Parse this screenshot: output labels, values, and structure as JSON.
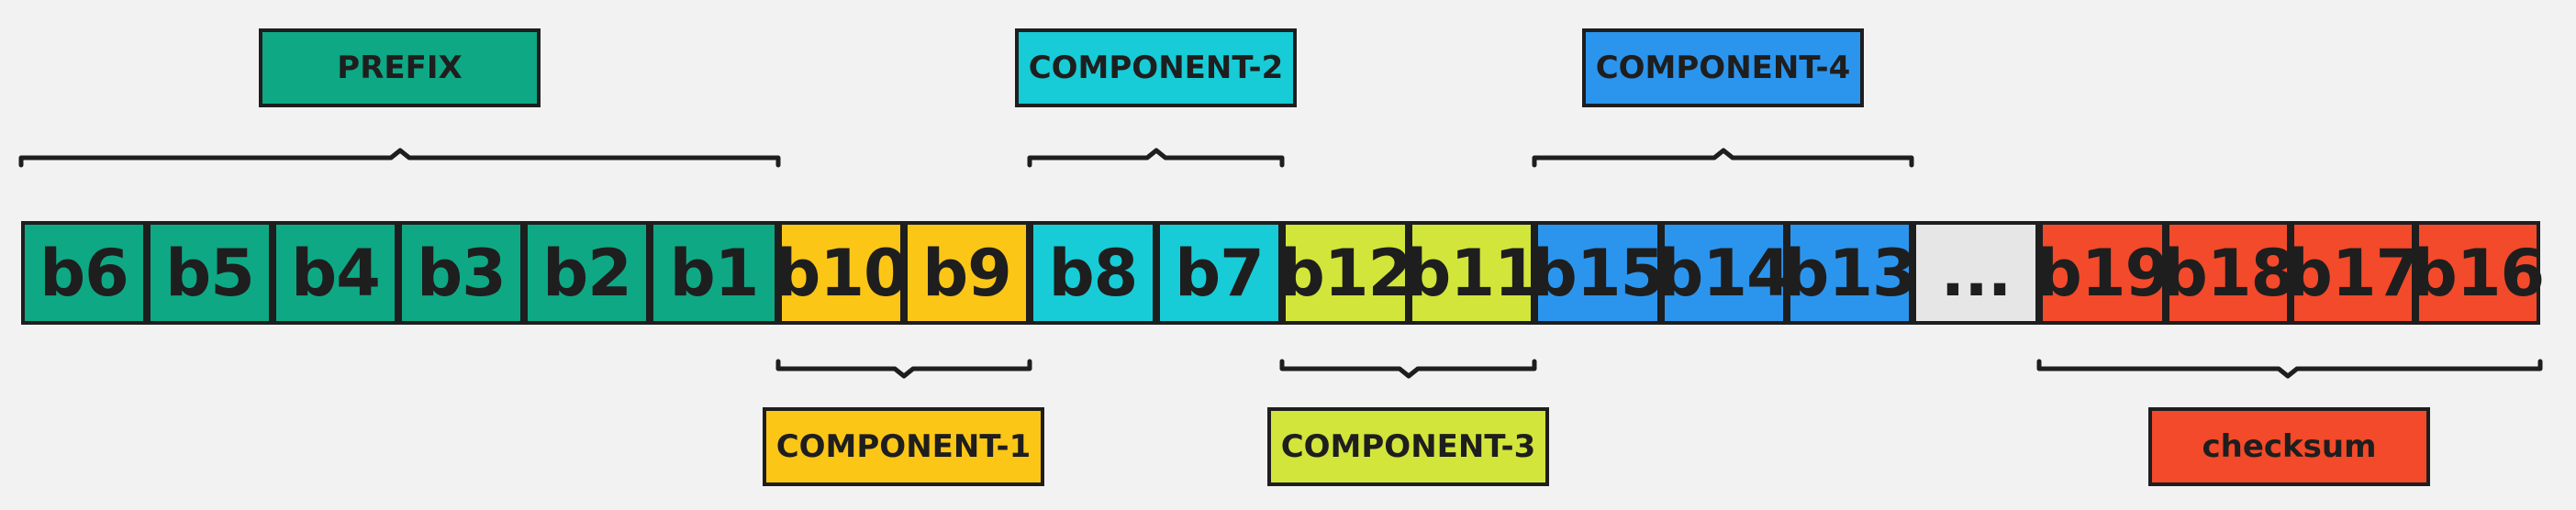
{
  "colors": {
    "prefix": "#0fa884",
    "component1": "#fcc617",
    "component2": "#17ccd6",
    "component3": "#d2e53a",
    "component4": "#2b95ee",
    "ellipsis": "#e6e6e6",
    "checksum": "#f24a2a",
    "stroke": "#1e1e1e"
  },
  "groups": {
    "prefix": {
      "label": "PREFIX",
      "cells": [
        "b6",
        "b5",
        "b4",
        "b3",
        "b2",
        "b1"
      ]
    },
    "component1": {
      "label": "COMPONENT-1",
      "cells": [
        "b10",
        "b9"
      ]
    },
    "component2": {
      "label": "COMPONENT-2",
      "cells": [
        "b8",
        "b7"
      ]
    },
    "component3": {
      "label": "COMPONENT-3",
      "cells": [
        "b12",
        "b11"
      ]
    },
    "component4": {
      "label": "COMPONENT-4",
      "cells": [
        "b15",
        "b14",
        "b13"
      ]
    },
    "ellipsis": {
      "cells": [
        "..."
      ]
    },
    "checksum": {
      "label": "checksum",
      "cells": [
        "b19",
        "b18",
        "b17",
        "b16"
      ]
    }
  }
}
